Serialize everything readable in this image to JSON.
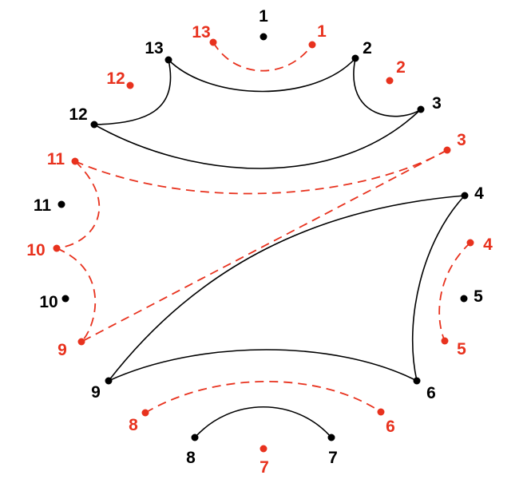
{
  "colors": {
    "black": "#000000",
    "red": "#e8321e"
  },
  "black_points": [
    {
      "label": "1"
    },
    {
      "label": "2"
    },
    {
      "label": "3"
    },
    {
      "label": "4"
    },
    {
      "label": "5"
    },
    {
      "label": "6"
    },
    {
      "label": "7"
    },
    {
      "label": "8"
    },
    {
      "label": "9"
    },
    {
      "label": "10"
    },
    {
      "label": "11"
    },
    {
      "label": "12"
    },
    {
      "label": "13"
    }
  ],
  "red_points": [
    {
      "label": "1"
    },
    {
      "label": "2"
    },
    {
      "label": "3"
    },
    {
      "label": "4"
    },
    {
      "label": "5"
    },
    {
      "label": "6"
    },
    {
      "label": "7"
    },
    {
      "label": "8"
    },
    {
      "label": "9"
    },
    {
      "label": "10"
    },
    {
      "label": "11"
    },
    {
      "label": "12"
    },
    {
      "label": "13"
    }
  ],
  "black_arcs": [
    {
      "from": "13",
      "to": "2"
    },
    {
      "from": "2",
      "to": "3"
    },
    {
      "from": "12",
      "to": "13"
    },
    {
      "from": "12",
      "to": "3"
    },
    {
      "from": "4",
      "to": "9"
    },
    {
      "from": "4",
      "to": "6"
    },
    {
      "from": "9",
      "to": "6"
    },
    {
      "from": "8",
      "to": "7"
    }
  ],
  "red_arcs": [
    {
      "from": "13",
      "to": "1"
    },
    {
      "from": "11",
      "to": "3"
    },
    {
      "from": "11",
      "to": "10"
    },
    {
      "from": "10",
      "to": "9"
    },
    {
      "from": "3",
      "to": "9"
    },
    {
      "from": "4",
      "to": "5"
    },
    {
      "from": "8",
      "to": "6"
    }
  ]
}
